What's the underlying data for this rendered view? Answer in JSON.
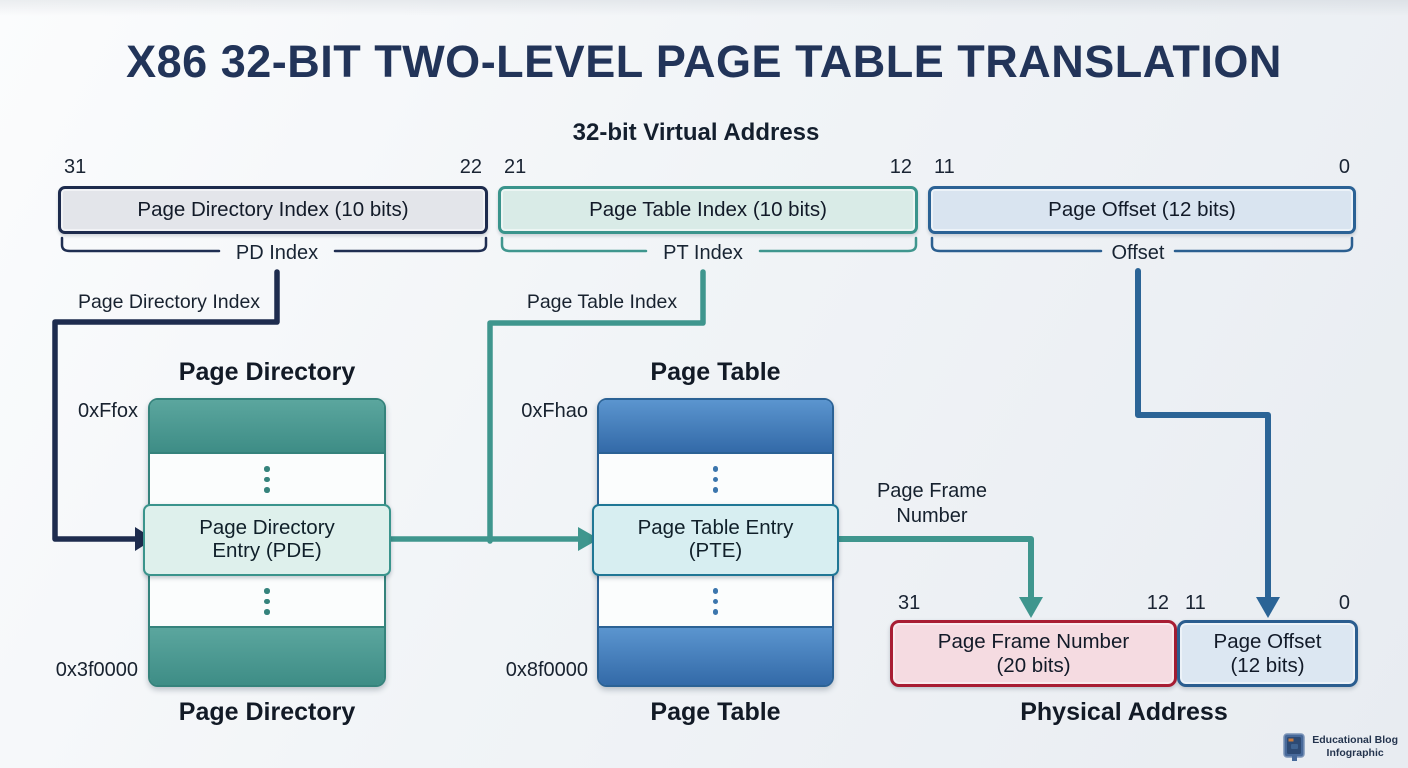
{
  "title": "X86 32-BIT TWO-LEVEL PAGE TABLE TRANSLATION",
  "virtual_address": {
    "label": "32-bit Virtual Address",
    "fields": [
      {
        "label": "Page Directory Index (10 bits)",
        "bit_high": "31",
        "bit_low": "22",
        "brace_label": "PD Index"
      },
      {
        "label": "Page Table Index (10 bits)",
        "bit_high": "21",
        "bit_low": "12",
        "brace_label": "PT Index"
      },
      {
        "label": "Page Offset (12 bits)",
        "bit_high": "11",
        "bit_low": "0",
        "brace_label": "Offset"
      }
    ]
  },
  "flow_labels": {
    "page_directory_index": "Page Directory Index",
    "page_table_index": "Page Table Index",
    "page_frame_number_line1": "Page Frame",
    "page_frame_number_line2": "Number"
  },
  "page_directory": {
    "title_top": "Page Directory",
    "title_bottom": "Page Directory",
    "addr_top": "0xFfox",
    "addr_bottom": "0x3f0000",
    "entry_line1": "Page Directory",
    "entry_line2": "Entry (PDE)"
  },
  "page_table": {
    "title_top": "Page Table",
    "title_bottom": "Page Table",
    "addr_top": "0xFhao",
    "addr_bottom": "0x8f0000",
    "entry_line1": "Page Table Entry",
    "entry_line2": "(PTE)"
  },
  "physical_address": {
    "title": "Physical Address",
    "fields": [
      {
        "label_line1": "Page Frame Number",
        "label_line2": "(20 bits)",
        "bit_high": "31",
        "bit_low": "12"
      },
      {
        "label_line1": "Page Offset",
        "label_line2": "(12 bits)",
        "bit_high": "11",
        "bit_low": "0"
      }
    ]
  },
  "branding": {
    "icon": "book-icon",
    "line1": "Educational Blog",
    "line2": "Infographic"
  },
  "colors": {
    "navy": "#1e2c4e",
    "teal": "#3f968e",
    "steel_blue": "#2b6496",
    "crimson": "#a81d33",
    "title_text": "#223459",
    "pd_field_fill": "#e3e5ea",
    "pt_field_fill": "#d9ebe7",
    "offset_field_fill": "#d9e4f0",
    "pde_fill": "#def0ec",
    "pte_fill": "#d7eef1",
    "pfn_fill": "#f5dbe1",
    "phys_offset_fill": "#dce7f2"
  }
}
